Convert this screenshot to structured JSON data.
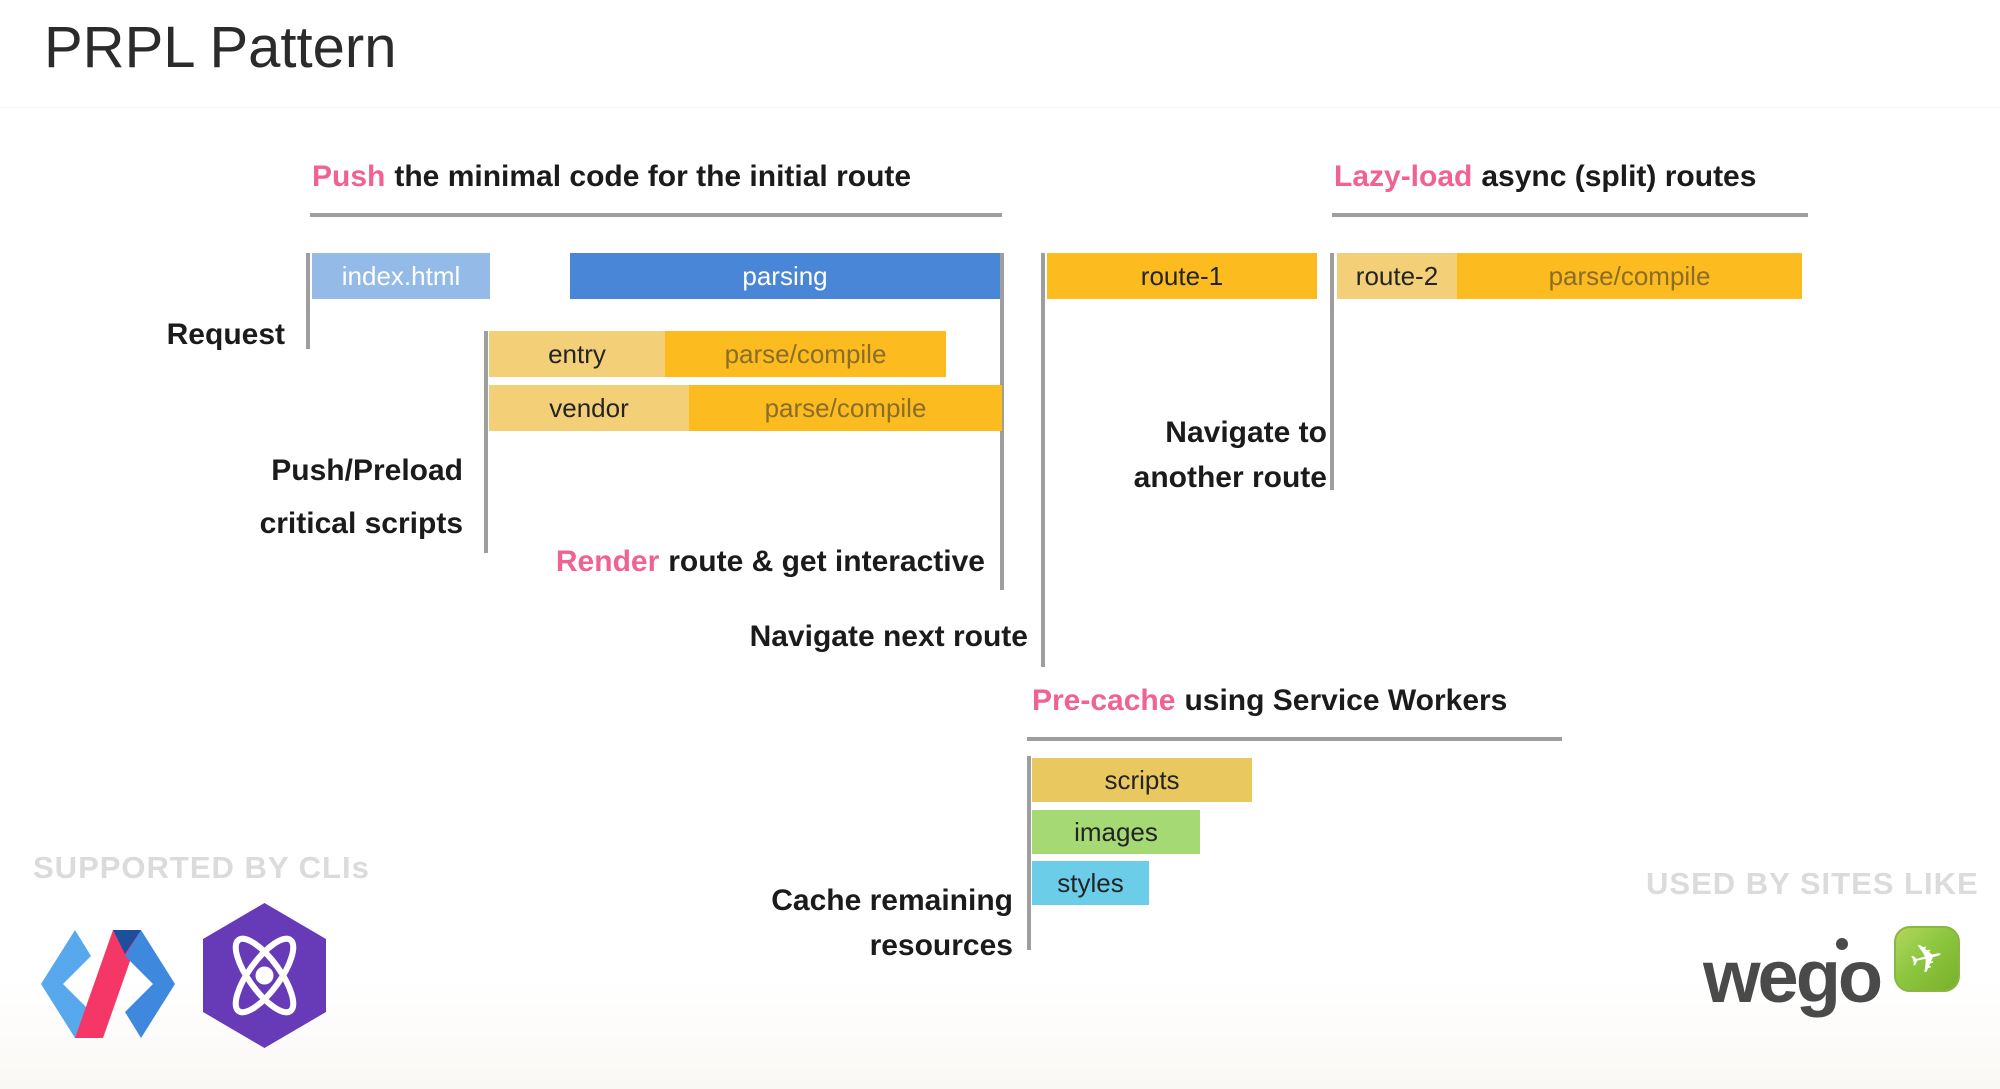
{
  "page": {
    "title": "PRPL Pattern"
  },
  "headings": {
    "push": {
      "highlight": "Push",
      "rest": "the minimal code for the initial route"
    },
    "lazy_load": {
      "highlight": "Lazy-load",
      "rest": "async (split) routes"
    },
    "render": {
      "highlight": "Render",
      "rest": "route & get interactive"
    },
    "pre_cache": {
      "highlight": "Pre-cache",
      "rest": "using Service Workers"
    }
  },
  "side_labels": {
    "request": "Request",
    "push_preload_line1": "Push/Preload",
    "push_preload_line2": "critical scripts",
    "navigate_next": "Navigate next route",
    "navigate_another_line1": "Navigate to",
    "navigate_another_line2": "another route",
    "cache_line1": "Cache remaining",
    "cache_line2": "resources"
  },
  "bars": {
    "index_html": "index.html",
    "parsing": "parsing",
    "entry": "entry",
    "entry_parse": "parse/compile",
    "vendor": "vendor",
    "vendor_parse": "parse/compile",
    "route_1": "route-1",
    "route_2": "route-2",
    "route_2_parse": "parse/compile",
    "scripts": "scripts",
    "images": "images",
    "styles": "styles"
  },
  "footer": {
    "supported": "SUPPORTED BY CLIs",
    "used": "USED BY SITES LIKE",
    "wego": "wego"
  },
  "colors": {
    "accent_pink": "#F06292",
    "bar_blue_light": "#94BAE8",
    "bar_blue": "#4A86D8",
    "bar_yellow_light": "#F3D077",
    "bar_orange": "#FCBB1F",
    "bar_scripts_yellow": "#E9C95F",
    "bar_images_green": "#A5D973",
    "bar_styles_cyan": "#6BCDE8",
    "parse_text_olive": "#8A6D28",
    "tick_gray": "#9E9E9E",
    "text_dark": "#1B1B1B",
    "faded_gray": "#DBDBDB",
    "wego_gray": "#4A4A4A",
    "wego_green": "#8DC63F",
    "preact_purple": "#673AB8",
    "polymer_blue": "#3E88DD",
    "polymer_light_blue": "#58A8EE",
    "polymer_pink": "#F43767",
    "polymer_navy": "#1D4F9F"
  }
}
